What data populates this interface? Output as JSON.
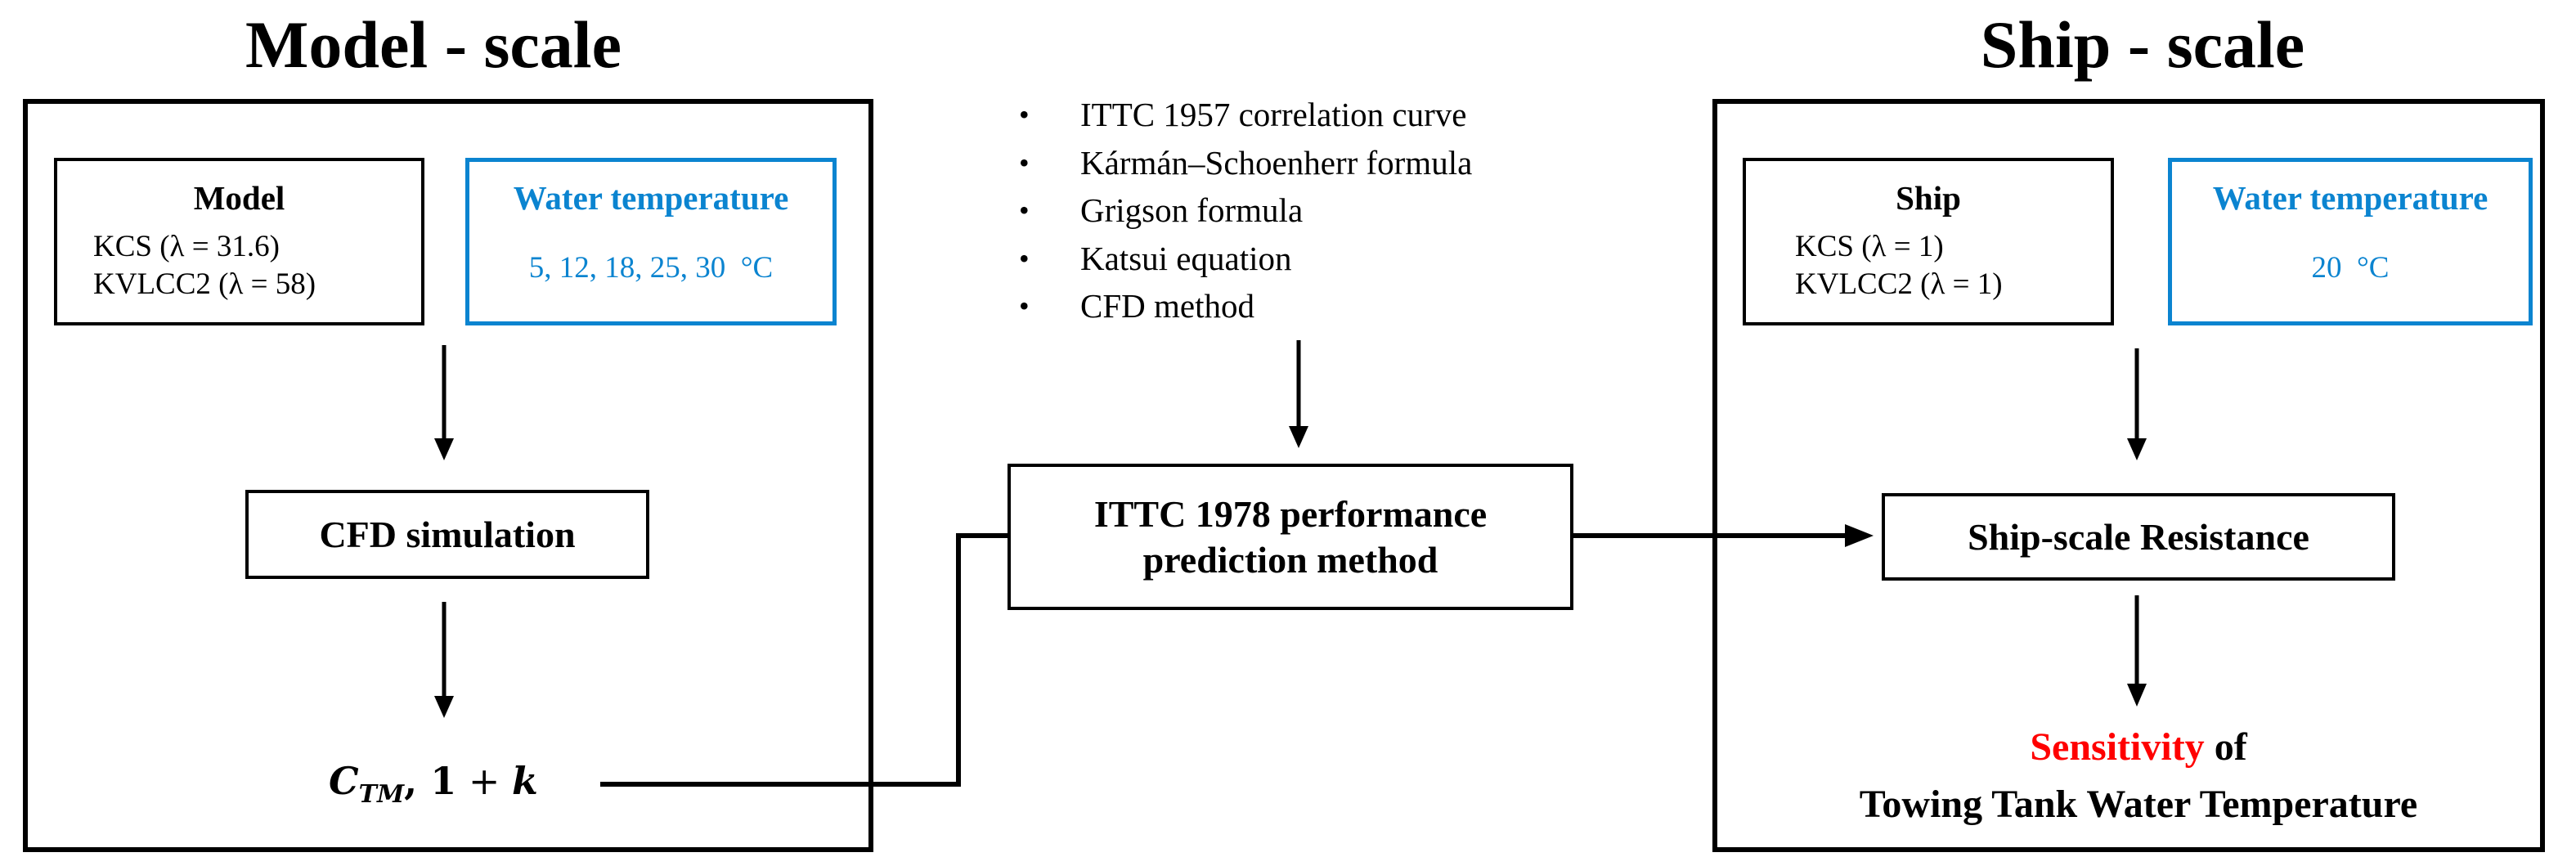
{
  "model_scale": {
    "title": "Model - scale",
    "model_box": {
      "heading": "Model",
      "lines": [
        "KCS (λ = 31.6)",
        "KVLCC2 (λ = 58)"
      ]
    },
    "water_temp_box": {
      "heading": "Water temperature",
      "value": "5, 12, 18, 25, 30  °C"
    },
    "cfd_box": {
      "label": "CFD simulation"
    },
    "output": {
      "main": "C",
      "sub": "TM",
      "rest_sep": ", ",
      "rest_one": "1",
      "rest_plus": " + ",
      "rest_k": "k"
    }
  },
  "method": {
    "options": [
      "ITTC 1957 correlation curve",
      "Kármán–Schoenherr formula",
      "Grigson formula",
      "Katsui equation",
      "CFD method"
    ],
    "box": {
      "line1": "ITTC 1978 performance",
      "line2": "prediction method"
    }
  },
  "ship_scale": {
    "title": "Ship - scale",
    "ship_box": {
      "heading": "Ship",
      "lines": [
        "KCS (λ = 1)",
        "KVLCC2 (λ = 1)"
      ]
    },
    "water_temp_box": {
      "heading": "Water temperature",
      "value": "20  °C"
    },
    "resistance_box": {
      "label": "Ship-scale Resistance"
    },
    "result": {
      "highlight": "Sensitivity",
      "after_highlight": " of",
      "line2": "Towing Tank Water Temperature"
    }
  },
  "colors": {
    "accent_blue": "#0b84d0",
    "highlight_red": "#ff0000",
    "stroke": "#000000"
  }
}
